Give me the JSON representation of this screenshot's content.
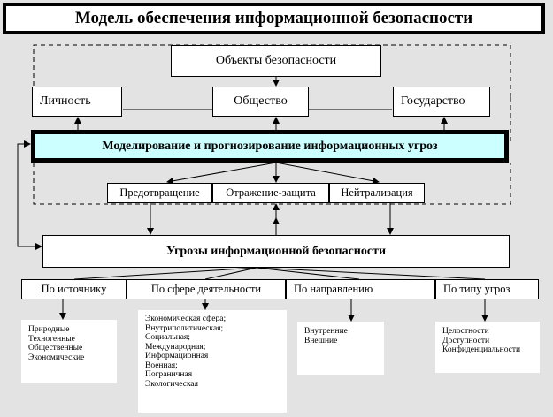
{
  "title": "Модель обеспечения информационной безопасности",
  "objects": {
    "header": "Объекты безопасности",
    "items": [
      "Личность",
      "Общество",
      "Государство"
    ]
  },
  "modeling": "Моделирование и прогнозирование информационных угроз",
  "actions": [
    "Предотвращение",
    "Отражение-защита",
    "Нейтрализация"
  ],
  "threats": "Угрозы информационной безопасности",
  "classifications": [
    {
      "label": "По источнику",
      "items": [
        "Природные",
        "Техногенные",
        "Общественные",
        "Экономические"
      ]
    },
    {
      "label": "По сфере деятельности",
      "items": [
        "Экономическая сфера;",
        "Внутриполитическая;",
        "Социальная;",
        "Международная;",
        "Информационная",
        "Военная;",
        "Пограничная",
        "Экологическая"
      ]
    },
    {
      "label": "По направлению",
      "items": [
        "Внутренние",
        "Внешние"
      ]
    },
    {
      "label": "По типу угроз",
      "items": [
        "Целостности",
        "Доступности",
        "Конфиденциальности"
      ]
    }
  ]
}
